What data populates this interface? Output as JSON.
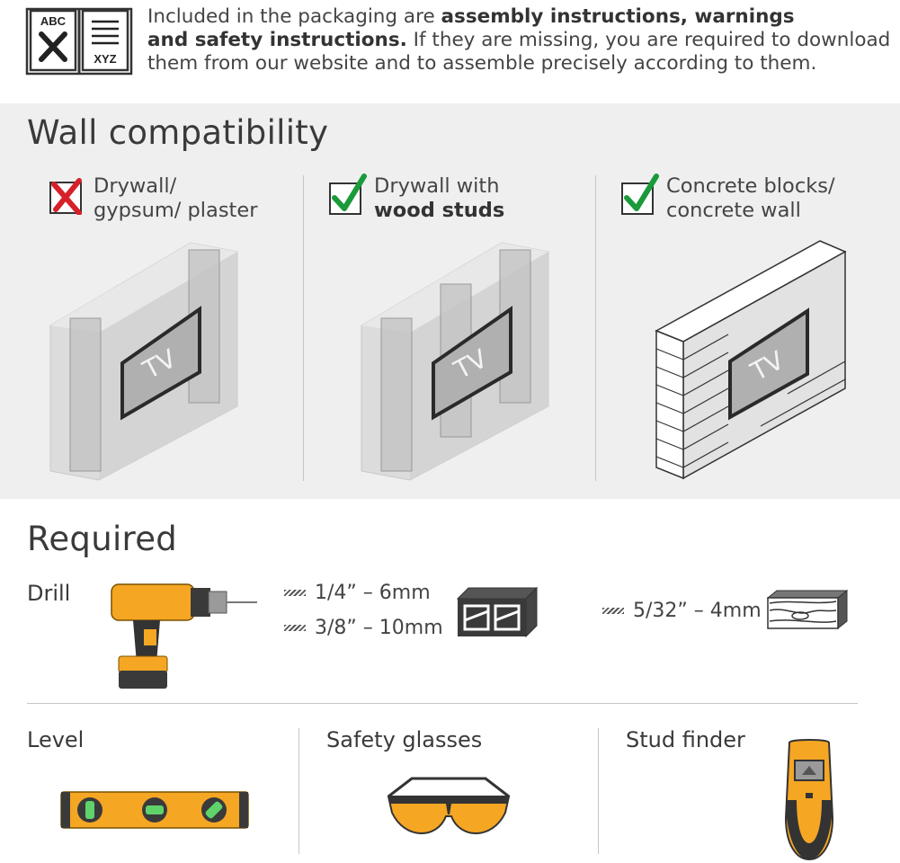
{
  "header": {
    "book_text_top": "ABC",
    "book_text_bottom": "XYZ",
    "line1_plain": "Included in the packaging are ",
    "line1_bold": "assembly instructions, warnings",
    "line2_bold": "and safety instructions.",
    "line2_plain": " If they are missing, you are required to download",
    "line3_plain": "them from our website and to assemble precisely according to them."
  },
  "wall_compatibility": {
    "title": "Wall compatibility",
    "items": [
      {
        "line1": "Drywall/",
        "line2": "gypsum/ plaster",
        "compatible": false
      },
      {
        "line1": "Drywall with",
        "line2_bold": "wood studs",
        "compatible": true
      },
      {
        "line1": "Concrete blocks/",
        "line2": "concrete wall",
        "compatible": true
      }
    ],
    "tv_label": "TV"
  },
  "required": {
    "title": "Required",
    "drill": {
      "label": "Drill",
      "specs": [
        "1/4” – 6mm",
        "3/8” – 10mm"
      ],
      "wood_spec": "5/32” – 4mm"
    },
    "level": {
      "label": "Level"
    },
    "safety_glasses": {
      "label": "Safety glasses"
    },
    "stud_finder": {
      "label": "Stud finder"
    }
  },
  "colors": {
    "cross_red": "#d6202a",
    "check_green": "#1a9a3a",
    "tool_orange": "#f5a623",
    "panel_gray": "#efefef"
  }
}
